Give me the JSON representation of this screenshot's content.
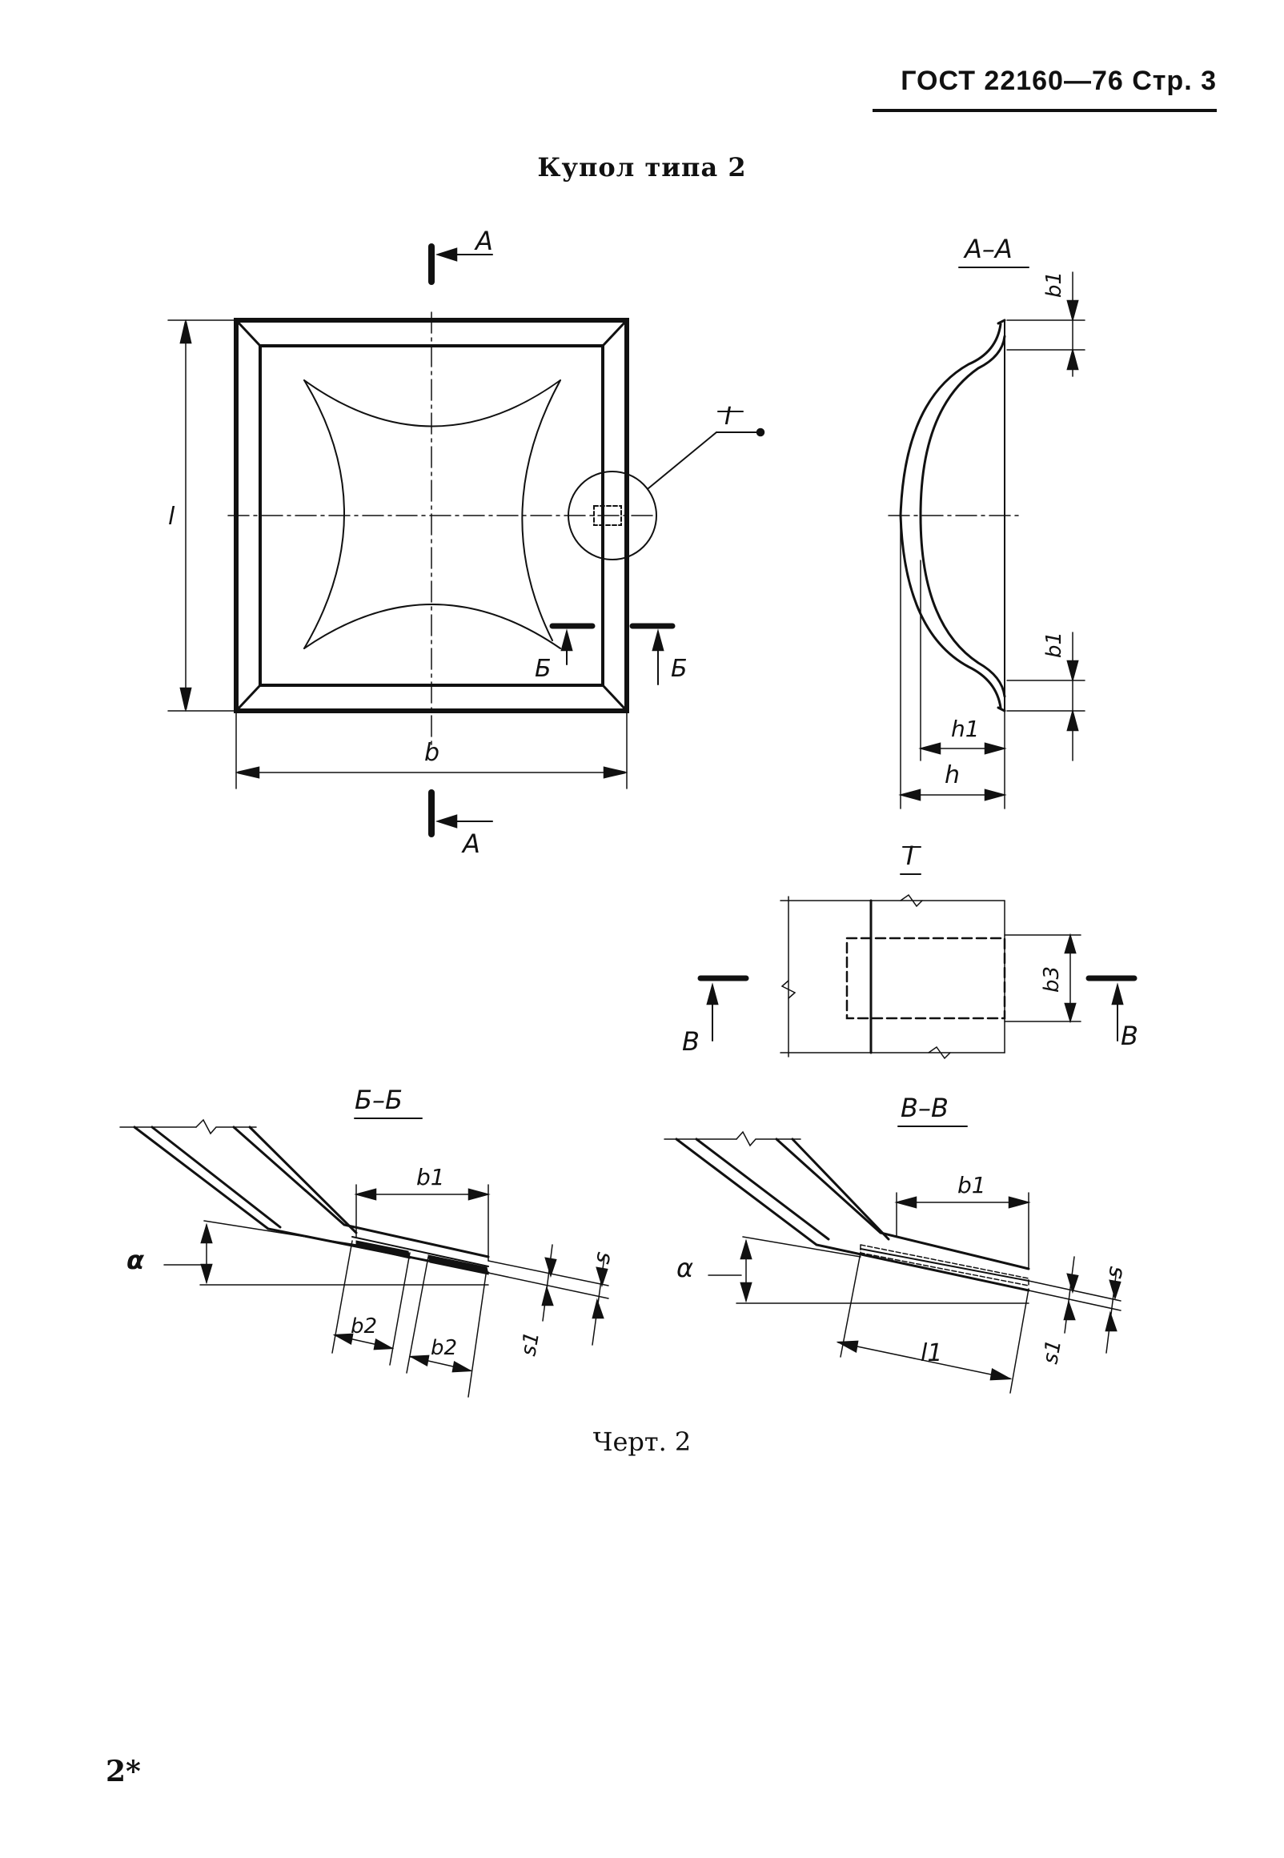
{
  "header": {
    "text": "ГОСТ 22160—76 Стр. 3"
  },
  "title": "Купол типа 2",
  "caption": "Черт. 2",
  "page_number": "2*",
  "labels": {
    "A": "А",
    "B_cyr": "Б",
    "V_cyr": "В",
    "section_AA": "А–А",
    "section_BB": "Б–Б",
    "section_VV": "В–В",
    "detail_I": "I",
    "dim_l": "l",
    "dim_b": "b",
    "dim_b1": "b1",
    "dim_b2": "b2",
    "dim_b3": "b3",
    "dim_h": "h",
    "dim_h1": "h1",
    "dim_s": "s",
    "dim_s1": "s1",
    "dim_l1": "l1",
    "alpha": "α"
  }
}
